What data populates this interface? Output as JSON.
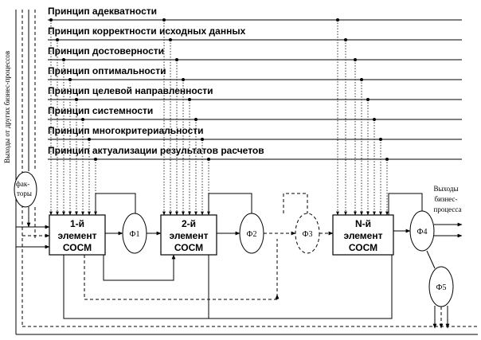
{
  "principles": [
    "Принцип адекватности",
    "Принцип корректности исходных данных",
    "Принцип достоверности",
    "Принцип оптимальности",
    "Принцип целевой направленности",
    "Принцип системности",
    "Принцип многокритериальности",
    "Принцип актуализации результатов расчетов"
  ],
  "left_caption": "Выходы от других бизнес-процессов",
  "factors_label": [
    "фак-",
    "торы"
  ],
  "blocks": [
    {
      "line1": "1-й",
      "line2": "элемент",
      "line3": "СОСМ"
    },
    {
      "line1": "2-й",
      "line2": "элемент",
      "line3": "СОСМ"
    },
    {
      "line1": "N-й",
      "line2": "элемент",
      "line3": "СОСМ"
    }
  ],
  "filters": [
    "Ф1",
    "Ф2",
    "Ф3",
    "Ф4",
    "Ф5"
  ],
  "outputs_caption": [
    "Выходы",
    "бизнес-",
    "процесса"
  ]
}
